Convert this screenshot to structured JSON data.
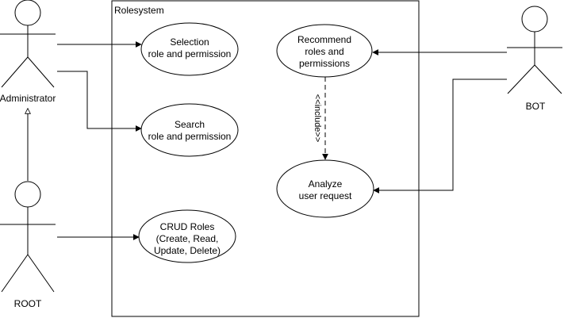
{
  "diagram": {
    "system_title": "Rolesystem",
    "actors": {
      "administrator": "Administrator",
      "root": "ROOT",
      "bot": "BOT"
    },
    "use_cases": {
      "selection": [
        "Selection",
        "role and permission"
      ],
      "search": [
        "Search",
        "role and permission"
      ],
      "crud": [
        "CRUD Roles",
        "(Create, Read,",
        "Update, Delete)"
      ],
      "recommend": [
        "Recommend",
        "roles and",
        "permissions"
      ],
      "analyze": [
        "Analyze",
        "user request"
      ]
    },
    "relations": {
      "include_label": "<<include>>"
    },
    "colors": {
      "stroke": "#000000",
      "background": "#ffffff"
    }
  }
}
